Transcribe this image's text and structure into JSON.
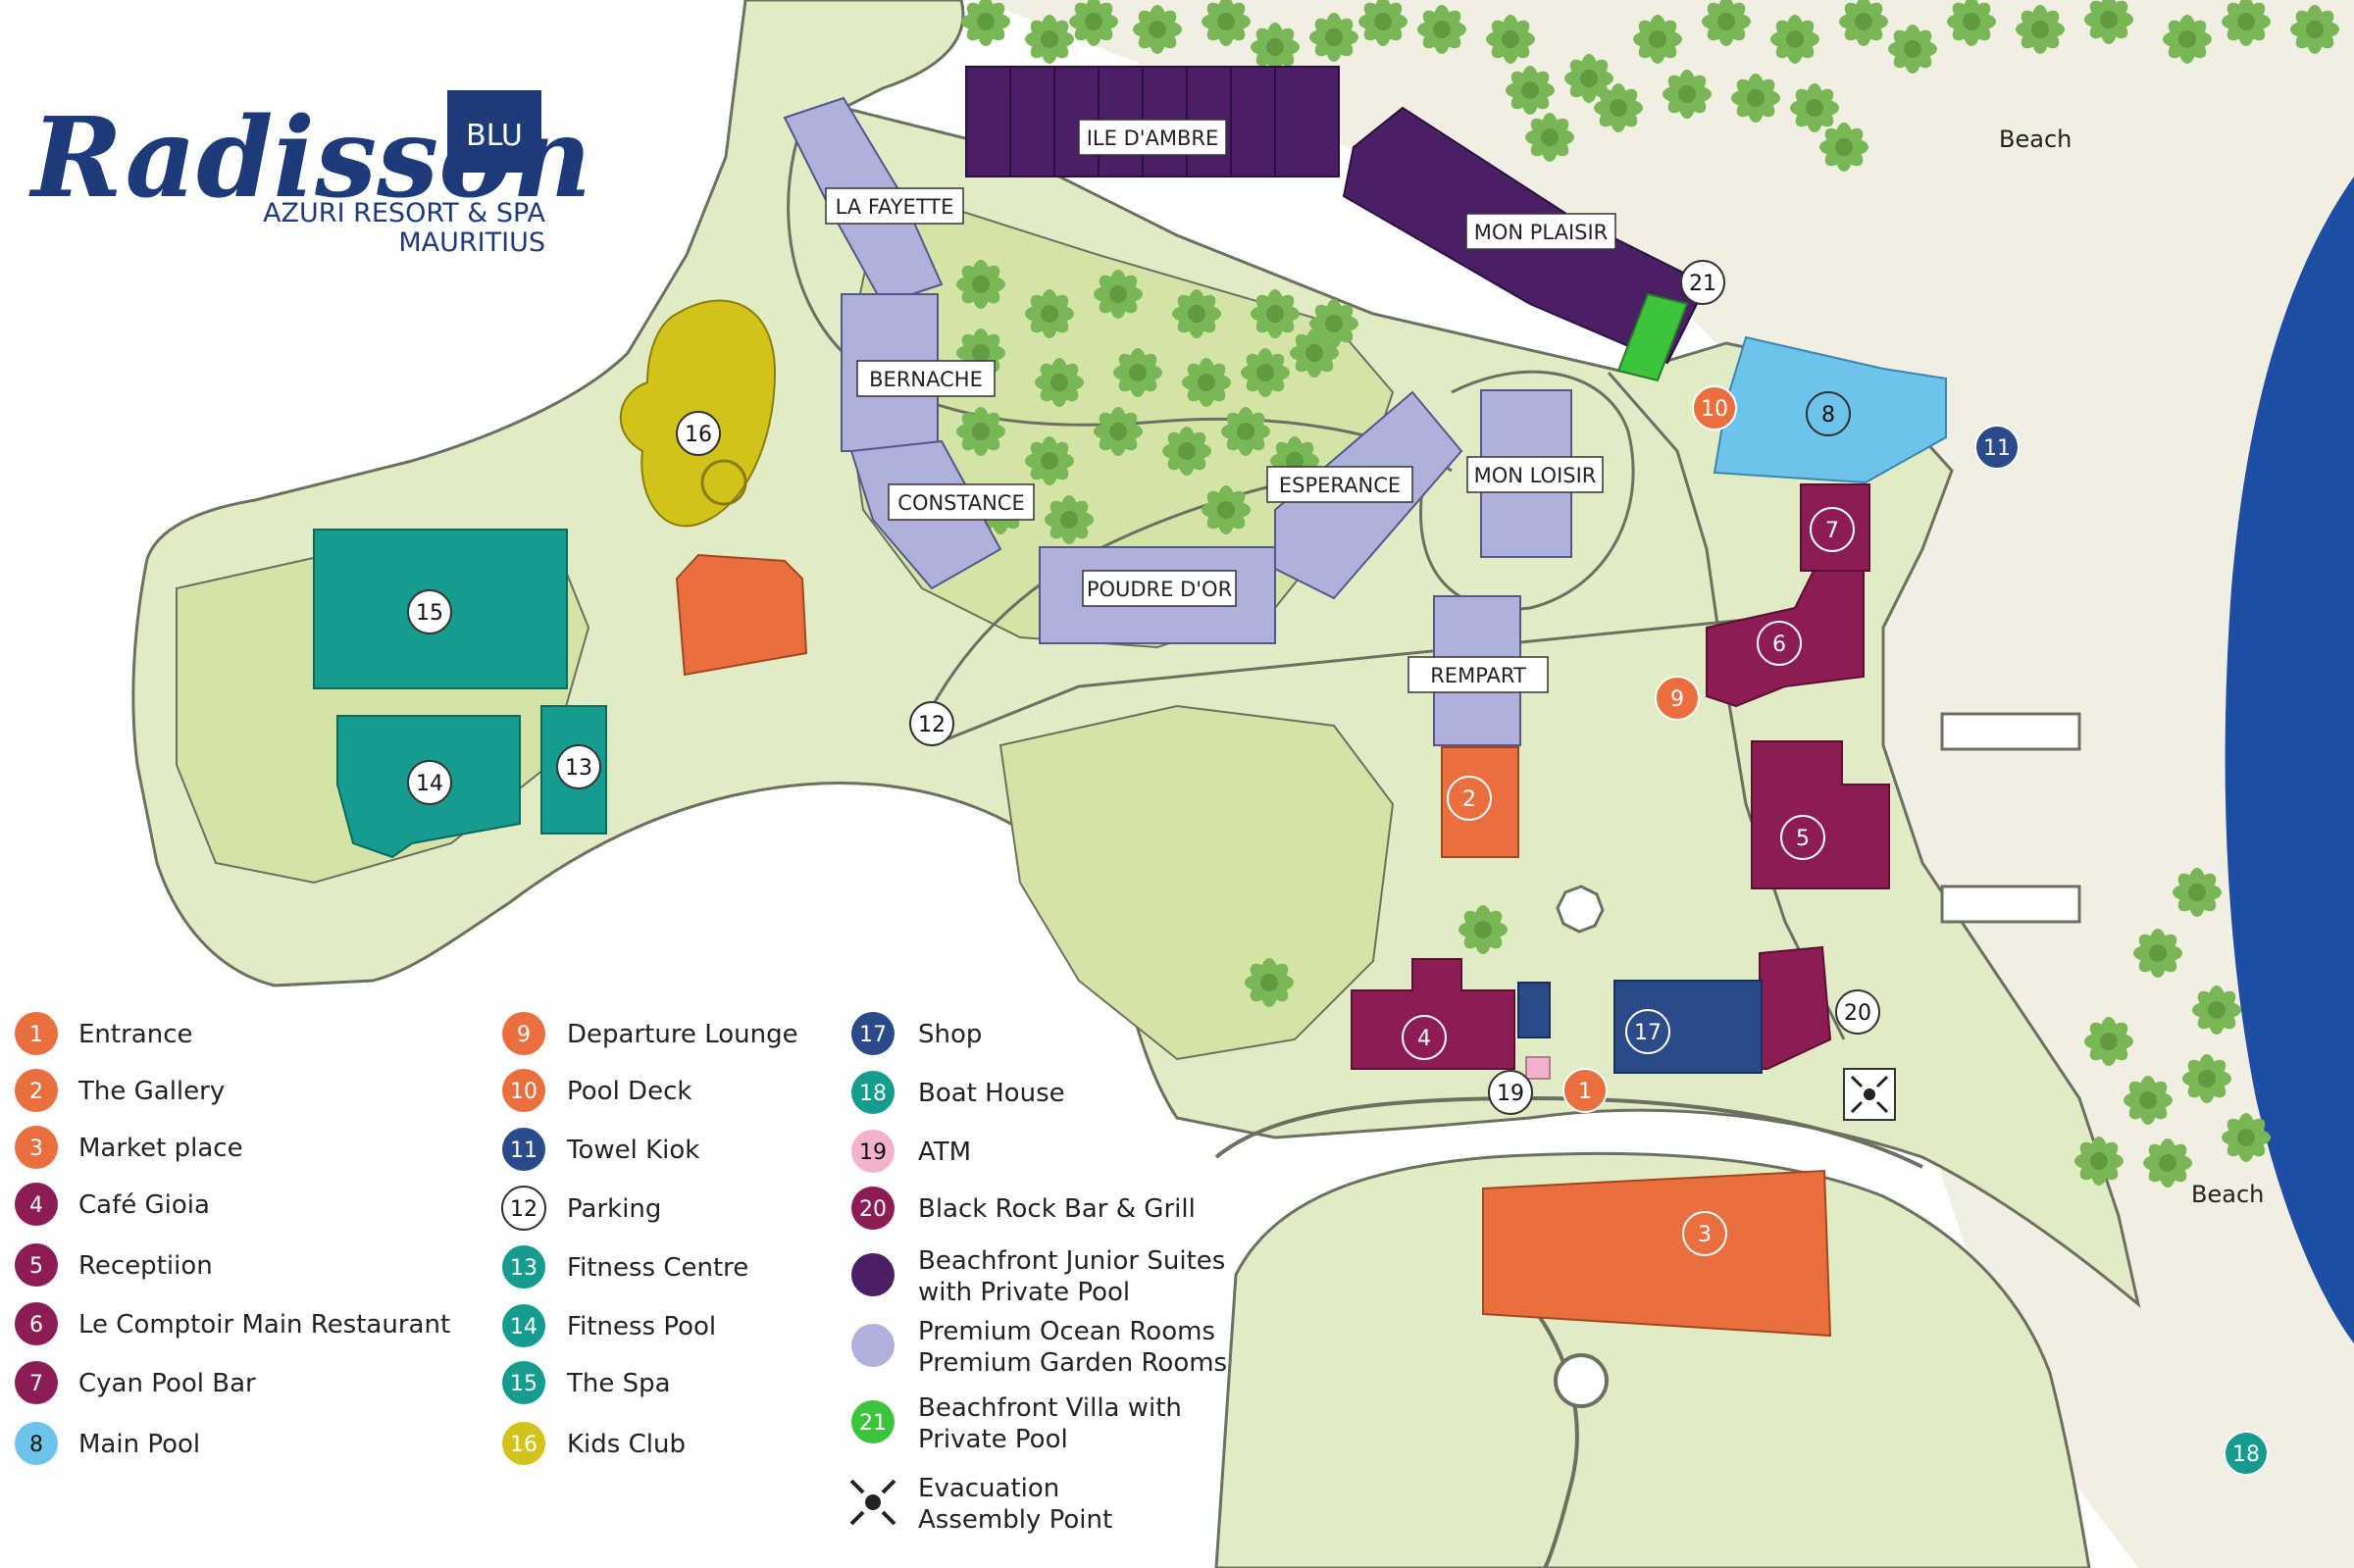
{
  "brand": {
    "name": "Radisson",
    "badge": "BLU",
    "line1": "AZURI RESORT & SPA",
    "line2": "MAURITIUS",
    "color": "#1d3a7a"
  },
  "colors": {
    "land": "#e2ecc4",
    "lawn": "#d4e4a6",
    "path": "#6b7060",
    "sea": "#1e4ea3",
    "beach": "#f1efe2",
    "orange": "#ea6f3f",
    "teal": "#159c8e",
    "yellow": "#d2c21a",
    "purple": "#4a1f66",
    "lavender": "#afb0db",
    "magenta": "#8d1c54",
    "lightblue": "#6ec3ec",
    "navy": "#2b4a89",
    "pink": "#f2b2cc",
    "green": "#3cc43c",
    "tree": "#79b656"
  },
  "map_labels": {
    "beach_top": "Beach",
    "beach_bottom": "Beach"
  },
  "buildings": {
    "ile_dambre": "ILE D'AMBRE",
    "la_fayette": "LA FAYETTE",
    "mon_plaisir": "MON PLAISIR",
    "bernache": "BERNACHE",
    "constance": "CONSTANCE",
    "esperance": "ESPERANCE",
    "mon_loisir": "MON LOISIR",
    "poudre_dor": "POUDRE D'OR",
    "rempart": "REMPART"
  },
  "markers": {
    "m1": "1",
    "m2": "2",
    "m3": "3",
    "m4": "4",
    "m5": "5",
    "m6": "6",
    "m7": "7",
    "m8": "8",
    "m9": "9",
    "m10": "10",
    "m11": "11",
    "m12": "12",
    "m13": "13",
    "m14": "14",
    "m15": "15",
    "m16": "16",
    "m17": "17",
    "m18": "18",
    "m19": "19",
    "m20": "20",
    "m21": "21"
  },
  "legend": [
    {
      "num": "1",
      "label": "Entrance"
    },
    {
      "num": "2",
      "label": "The Gallery"
    },
    {
      "num": "3",
      "label": "Market place"
    },
    {
      "num": "4",
      "label": "Café Gioia"
    },
    {
      "num": "5",
      "label": "Receptiion"
    },
    {
      "num": "6",
      "label": "Le Comptoir Main Restaurant"
    },
    {
      "num": "7",
      "label": "Cyan Pool Bar"
    },
    {
      "num": "8",
      "label": "Main Pool"
    },
    {
      "num": "9",
      "label": "Departure Lounge"
    },
    {
      "num": "10",
      "label": "Pool Deck"
    },
    {
      "num": "11",
      "label": "Towel Kiok"
    },
    {
      "num": "12",
      "label": "Parking"
    },
    {
      "num": "13",
      "label": "Fitness Centre"
    },
    {
      "num": "14",
      "label": "Fitness Pool"
    },
    {
      "num": "15",
      "label": "The Spa"
    },
    {
      "num": "16",
      "label": "Kids Club"
    },
    {
      "num": "17",
      "label": "Shop"
    },
    {
      "num": "18",
      "label": "Boat House"
    },
    {
      "num": "19",
      "label": "ATM"
    },
    {
      "num": "20",
      "label": "Black Rock Bar & Grill"
    },
    {
      "swatch": "purple",
      "line1": "Beachfront Junior Suites",
      "line2": "with Private Pool"
    },
    {
      "swatch": "lavender",
      "line1": "Premium Ocean Rooms",
      "line2": "Premium Garden Rooms"
    },
    {
      "num": "21",
      "line1": "Beachfront Villa with",
      "line2": "Private Pool"
    },
    {
      "icon": "evacuation-assembly-icon",
      "line1": "Evacuation",
      "line2": "Assembly Point"
    }
  ]
}
